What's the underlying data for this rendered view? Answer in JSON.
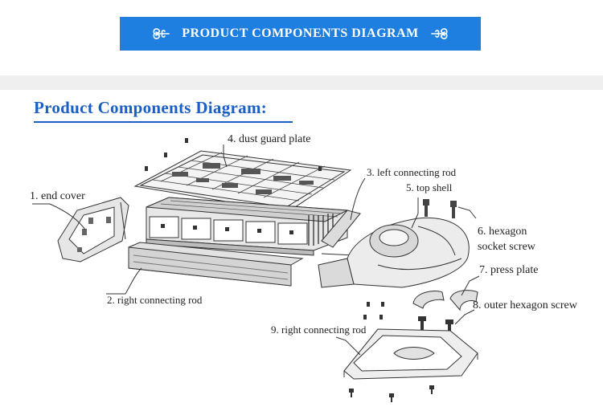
{
  "banner": {
    "title": "PRODUCT COMPONENTS DIAGRAM"
  },
  "section": {
    "heading": "Product Components Diagram:"
  },
  "labels": {
    "end_cover": "1. end cover",
    "right_rod_2": "2. right connecting rod",
    "left_rod": "3. left connecting rod",
    "dust_plate": "4. dust guard plate",
    "top_shell": "5. top shell",
    "hex_socket_1": "6. hexagon",
    "hex_socket_2": "socket screw",
    "press_plate": "7. press plate",
    "outer_hex": "8. outer hexagon screw",
    "right_rod_9": "9. right connecting rod"
  },
  "colors": {
    "banner_bg": "#1e7fe0",
    "heading": "#1a5fc4",
    "line": "#333333"
  }
}
